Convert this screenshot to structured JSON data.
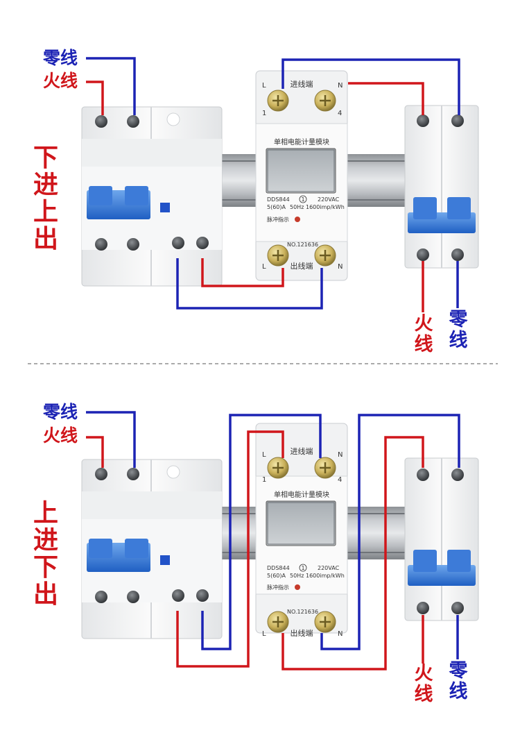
{
  "colors": {
    "live": "#d0161b",
    "neutral": "#1c23b4"
  },
  "panels": [
    {
      "mode_text": "下进上出",
      "label_neutral": "零线",
      "label_live": "火线",
      "out_live": "火线",
      "out_neutral": "零线",
      "meter": {
        "title": "单相电能计量模块",
        "model": "DDS844",
        "phase_symbol": "1",
        "voltage": "220VAC",
        "current": "5(60)A",
        "freq": "50Hz",
        "constant": "1600imp/kWh",
        "pulse": "脉冲指示",
        "in_text": "进线端",
        "out_text": "出线端",
        "serial": "NO.121636",
        "term_L": "L",
        "term_N": "N",
        "term_1": "1",
        "term_4": "4"
      }
    },
    {
      "mode_text": "上进下出",
      "label_neutral": "零线",
      "label_live": "火线",
      "out_live": "火线",
      "out_neutral": "零线",
      "meter": {
        "title": "单相电能计量模块",
        "model": "DDS844",
        "phase_symbol": "1",
        "voltage": "220VAC",
        "current": "5(60)A",
        "freq": "50Hz",
        "constant": "1600imp/kWh",
        "pulse": "脉冲指示",
        "in_text": "进线端",
        "out_text": "出线端",
        "serial": "NO.121636",
        "term_L": "L",
        "term_N": "N",
        "term_1": "1",
        "term_4": "4"
      }
    }
  ]
}
